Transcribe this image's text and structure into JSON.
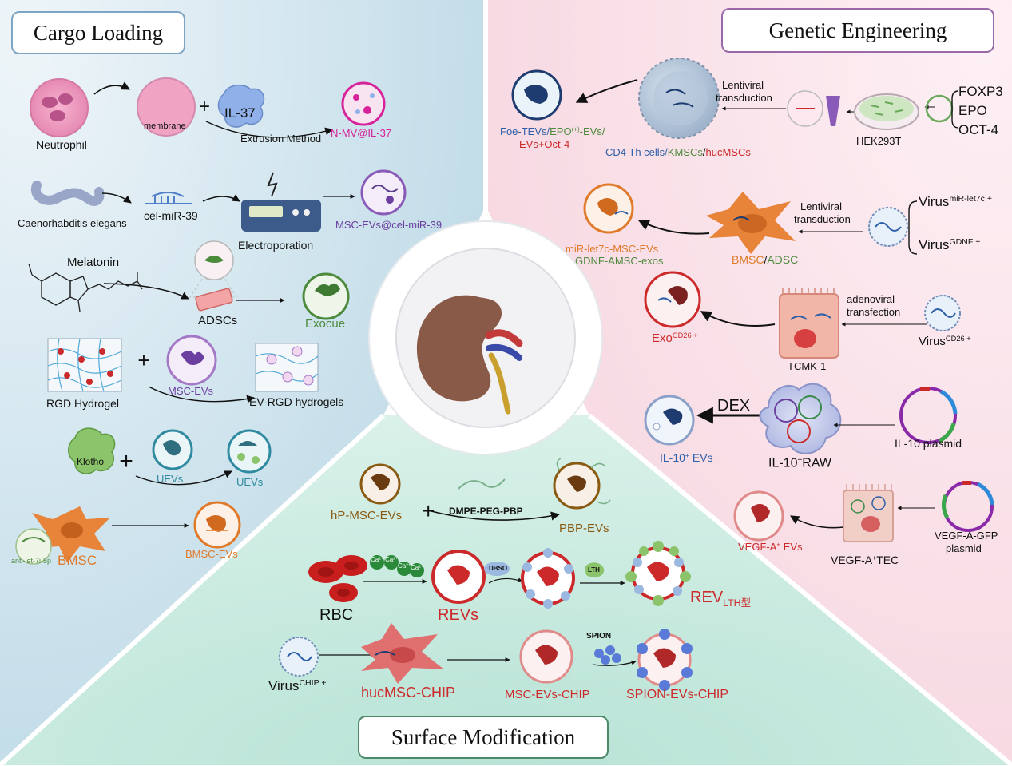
{
  "titles": {
    "cargo_loading": "Cargo Loading",
    "genetic_engineering": "Genetic Engineering",
    "surface_modification": "Surface Modification"
  },
  "colors": {
    "cargo_bg": "#dcebf2",
    "genetic_bg": "#fbe3ea",
    "surface_bg": "#cdece2",
    "magenta": "#d6239a",
    "purple": "#6b3fa0",
    "green": "#4c8a3c",
    "teal": "#2f8aa0",
    "orange": "#e07a2a",
    "red": "#cc2a2a",
    "brown": "#8a5a12",
    "blue": "#2d5fa8",
    "dark": "#1a1a1a"
  },
  "cargo": {
    "neutrophil": "Neutrophil",
    "membrane": "membrane",
    "il37": "IL-37",
    "extrusion": "Extrusion Method",
    "nmv": "N-MV@IL-37",
    "c_elegans": "Caenorhabditis elegans",
    "cel_mir": "cel-miR-39",
    "electroporation": "Electroporation",
    "msc_evs_cel": "MSC-EVs@cel-miR-39",
    "melatonin": "Melatonin",
    "adscs": "ADSCs",
    "exocue": "Exocue",
    "rgd_hydrogel": "RGD Hydrogel",
    "msc_evs": "MSC-EVs",
    "ev_rgd": "EV-RGD hydrogels",
    "klotho": "Klotho",
    "uevs_1": "UEVs",
    "uevs_2": "UEVs",
    "bmsc": "BMSC",
    "anti_let": "anti-let-7i-5p",
    "bmsc_evs": "BMSC-EVs"
  },
  "genetic": {
    "foe_line1_a": "Foe-TEVs/",
    "foe_line1_b": "EPO",
    "foe_line1_sup": "(+)",
    "foe_line1_c": "-EVs/",
    "foe_line2": "EVs+Oct-4",
    "cd4_a": "CD4 Th cells/",
    "cd4_b": "KMSCs",
    "cd4_c": "/",
    "cd4_d": "hucMSCs",
    "lenti1_l1": "Lentiviral",
    "lenti1_l2": "transduction",
    "hek": "HEK293T",
    "foxp3": "FOXP3",
    "epo": "EPO",
    "oct4": "OCT-4",
    "mirlet_l1": "miR-let7c-MSC-EVs",
    "mirlet_l2": "GDNF-AMSC-exos",
    "bmsc_a": "BMSC",
    "bmsc_b": "/",
    "bmsc_c": "ADSC",
    "lenti2_l1": "Lentiviral",
    "lenti2_l2": "transduction",
    "virus_word": "Virus",
    "virus_mir_sup": "miR-let7c +",
    "virus_gdnf_sup": "GDNF +",
    "exo": "Exo",
    "exo_sup": "CD26 +",
    "adeno_l1": "adenoviral",
    "adeno_l2": "transfection",
    "tcmk": "TCMK-1",
    "virus_cd26_sup": "CD26 +",
    "dex": "DEX",
    "il10_evs_a": "IL-10",
    "il10_evs_sup": "+",
    "il10_evs_b": " EVs",
    "il10_raw_a": "IL-10",
    "il10_raw_sup": "+",
    "il10_raw_b": "RAW",
    "il10_plasmid": "IL-10 plasmid",
    "vegf_evs_a": "VEGF-A",
    "vegf_evs_sup": "+",
    "vegf_evs_b": " EVs",
    "vegf_tec_a": "VEGF-A",
    "vegf_tec_sup": "+",
    "vegf_tec_b": "TEC",
    "vegf_plasmid_l1": "VEGF-A-GFP",
    "vegf_plasmid_l2": "plasmid"
  },
  "surface": {
    "hp_msc": "hP-MSC-EVs",
    "dmpe": "DMPE-PEG-PBP",
    "pbp_evs": "PBP-EVs",
    "ca": "Ca",
    "ca_sup": "2+",
    "rbc": "RBC",
    "revs": "REVs",
    "dbso": "DBSO",
    "lth": "LTH",
    "rev_lth": "REV",
    "rev_lth_sub": "LTH型",
    "virus": "Virus",
    "virus_chip_sup": "CHIP +",
    "huc_chip": "hucMSC-CHIP",
    "msc_chip": "MSC-EVs-CHIP",
    "spion": "SPION",
    "spion_chip": "SPION-EVs-CHIP"
  }
}
